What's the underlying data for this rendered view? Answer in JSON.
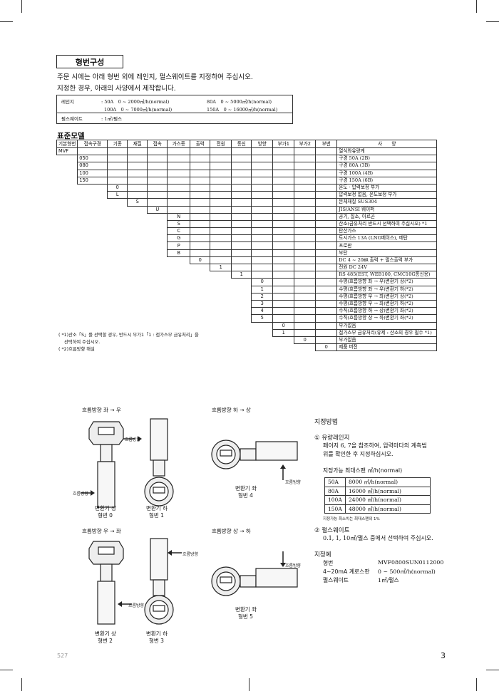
{
  "section_title": "형번구성",
  "intro": [
    "주문 시에는 아래 형번 외에 레인지, 펄스웨이트를 지정하여 주십시오.",
    "지정한 경우, 아래의 사양에서 제작합니다."
  ],
  "range_box": {
    "range_label": "레인지",
    "range_1": ": 50A　0 ~ 2000㎥/h(normal)",
    "range_2": "80A　0 ~ 5000㎥/h(normal)",
    "range_3": "100A　0 ~ 7000㎥/h(normal)",
    "range_4": "150A　0 ~ 16000㎥/h(normal)",
    "pulse_label": "펄스웨이트",
    "pulse_value": ": 1㎥/펄스"
  },
  "std_model_title": "표준모델",
  "table": {
    "headers": [
      "기본형번",
      "접속구경",
      "기종",
      "재질",
      "접속",
      "가스종",
      "출력",
      "전원",
      "통신",
      "방향",
      "부가1",
      "부가2",
      "부번",
      "사　　양"
    ],
    "rows": [
      {
        "col": 0,
        "code": "MVF",
        "desc": "열식와유량계"
      },
      {
        "col": 1,
        "code": "050",
        "desc": "구경 50A (2B)"
      },
      {
        "col": 1,
        "code": "080",
        "desc": "구경 80A (3B)"
      },
      {
        "col": 1,
        "code": "100",
        "desc": "구경 100A (4B)"
      },
      {
        "col": 1,
        "code": "150",
        "desc": "구경 150A (6B)"
      },
      {
        "col": 2,
        "code": "0",
        "desc": "온도 · 압력보정 부가"
      },
      {
        "col": 2,
        "code": "L",
        "desc": "압력보정 없음, 온도보정 부가"
      },
      {
        "col": 3,
        "code": "S",
        "desc": "본체재질 SUS304"
      },
      {
        "col": 4,
        "code": "U",
        "desc": "JIS/ANSI 웨이퍼"
      },
      {
        "col": 5,
        "code": "N",
        "desc": "공기, 질소, 아르곤"
      },
      {
        "col": 5,
        "code": "S",
        "desc": "산소(금유처리 반드시 선택하여 주십시오) *1"
      },
      {
        "col": 5,
        "code": "C",
        "desc": "탄산가스"
      },
      {
        "col": 5,
        "code": "G",
        "desc": "도시가스 13A (LNG베이스), 메탄"
      },
      {
        "col": 5,
        "code": "P",
        "desc": "프로판"
      },
      {
        "col": 5,
        "code": "B",
        "desc": "부탄"
      },
      {
        "col": 6,
        "code": "0",
        "desc": "DC 4 ~ 20㎃ 출력 + 펄스출력 부가"
      },
      {
        "col": 7,
        "code": "1",
        "desc": "전원 DC 24V"
      },
      {
        "col": 8,
        "code": "1",
        "desc": "RS 485(EST, WEB100, CMC10G통신용)"
      },
      {
        "col": 9,
        "code": "0",
        "desc": "수평(흐름방향 좌 → 우)변환기 상(*2)"
      },
      {
        "col": 9,
        "code": "1",
        "desc": "수평(흐름방향 좌 → 우)변환기 하(*2)"
      },
      {
        "col": 9,
        "code": "2",
        "desc": "수평(흐름방향 우 → 좌)변환기 상(*2)"
      },
      {
        "col": 9,
        "code": "3",
        "desc": "수평(흐름방향 우 → 좌)변환기 하(*2)"
      },
      {
        "col": 9,
        "code": "4",
        "desc": "수직(흐름방향 하 → 상)변환기 좌(*2)"
      },
      {
        "col": 9,
        "code": "5",
        "desc": "수직(흐름방향 상 → 하)변환기 좌(*2)"
      },
      {
        "col": 10,
        "code": "0",
        "desc": "부가없음"
      },
      {
        "col": 10,
        "code": "1",
        "desc": "접가스부 금유처리(유제 : 산소의 경우 필수 *1)"
      },
      {
        "col": 11,
        "code": "0",
        "desc": "부가없음"
      },
      {
        "col": 12,
        "code": "0",
        "desc": "제품 버전"
      }
    ]
  },
  "notes": [
    "( *1)산소「S」를 선택할 경우, 반드시 부가1「1 : 접가스부 금유처리」을",
    "선택하여 주십시오.",
    "( *2)흐름방향 해설"
  ],
  "diagrams": {
    "flow_lr": "흐름방향 좌 → 우",
    "flow_bt": "흐름방향 하 → 상",
    "flow_rl": "흐름방향 우 → 좌",
    "flow_tb": "흐름방향 상 → 하",
    "flow_label": "흐름방향",
    "cap0_a": "변환기 상",
    "cap0_b": "형번 0",
    "cap1_a": "변환기 하",
    "cap1_b": "형번 1",
    "cap4_a": "변환기 좌",
    "cap4_b": "형번 4",
    "cap2_a": "변환기 상",
    "cap2_b": "형번 2",
    "cap3_a": "변환기 하",
    "cap3_b": "형번 3",
    "cap5_a": "변환기 좌",
    "cap5_b": "형번 5"
  },
  "right": {
    "method_title": "지정방법",
    "item1_title": "① 유량레인지",
    "item1_text_1": "페이지 6, 7을 참조하여, 압력마다의 계측범",
    "item1_text_2": "위를 확인한 후 지정하십시오.",
    "cap_title": "지정가능 최대스팬 ㎥/h(normal)",
    "cap_rows": [
      [
        "50A",
        "8000 ㎥/h(normal)"
      ],
      [
        "80A",
        "16000 ㎥/h(normal)"
      ],
      [
        "100A",
        "24000 ㎥/h(normal)"
      ],
      [
        "150A",
        "48000 ㎥/h(normal)"
      ]
    ],
    "cap_note": "지정가능 최소치는 최대스팬의 1%",
    "item2_title": "② 펄스웨이트",
    "item2_text": "0.1, 1, 10㎥/펄스 중에서 선택하여 주십시오.",
    "example_title": "지정예",
    "ex_label_1": "형번",
    "ex_value_1": "MVF0800SUN0112000",
    "ex_label_2": "4~20mA 계로스판",
    "ex_value_2": "0 ~ 500㎥/h(normal)",
    "ex_label_3": "펄스웨이트",
    "ex_value_3": "1㎥/펄스"
  },
  "footer": {
    "left": "527",
    "right": "3"
  }
}
